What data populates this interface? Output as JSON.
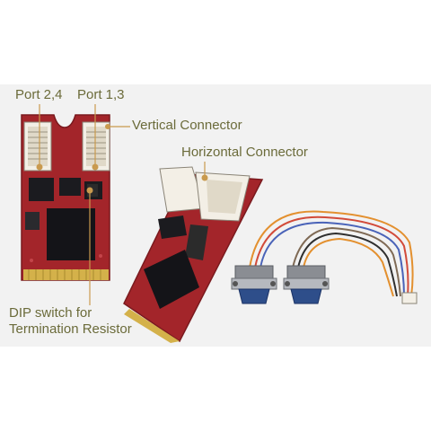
{
  "labels": {
    "port_2_4": "Port 2,4",
    "port_1_3": "Port 1,3",
    "vertical_connector": "Vertical Connector",
    "horizontal_connector": "Horizontal Connector",
    "dip_switch_line1": "DIP switch for",
    "dip_switch_line2": "Termination Resistor"
  },
  "colors": {
    "label_text": "#6b6b3a",
    "callout_line": "#c99a4e",
    "pcb_red": "#a3252a",
    "connector_white": "#f3efe6",
    "db9_blue": "#2e4e8a",
    "gold_fingers": "#d4b14a"
  }
}
